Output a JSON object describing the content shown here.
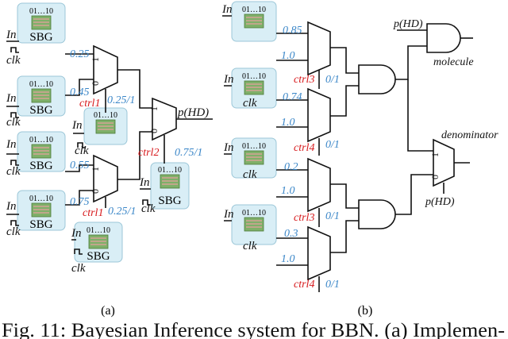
{
  "sbg": {
    "label": "SBG",
    "bits": "01…10",
    "input": "In",
    "clock": "clk"
  },
  "panel_a": {
    "probabilities": [
      "0.25",
      "0.45",
      "0.55",
      "0.75"
    ],
    "controls": [
      "ctrl1",
      "ctrl1",
      "ctrl2"
    ],
    "branch_labels": [
      "0.25/1",
      "0.25/1",
      "0.75/1"
    ],
    "output": "p(HD)",
    "mux_inputs": [
      "1",
      "0"
    ],
    "caption": "(a)"
  },
  "panel_b": {
    "probabilities": [
      "0.85",
      "0.74",
      "0.2",
      "0.3"
    ],
    "ones": [
      "1.0",
      "1.0",
      "1.0",
      "1.0"
    ],
    "controls": [
      "ctrl3",
      "ctrl4",
      "ctrl3",
      "ctrl4"
    ],
    "branch_labels": [
      "0/1",
      "0/1",
      "0/1",
      "0/1"
    ],
    "gate_labels": {
      "molecule": "molecule",
      "denominator": "denominator"
    },
    "p_hd": "p(HD)",
    "mux_inputs": [
      "1",
      "0"
    ],
    "caption": "(b)"
  },
  "figure_caption": "Fig. 11: Bayesian Inference system for BBN. (a) Implemen-",
  "colors": {
    "blue": "#3a86c8",
    "red": "#d7191c",
    "sbg_bg": "#d9eef6",
    "stripe": "#7fb069",
    "coil": "#e8a0a0"
  }
}
